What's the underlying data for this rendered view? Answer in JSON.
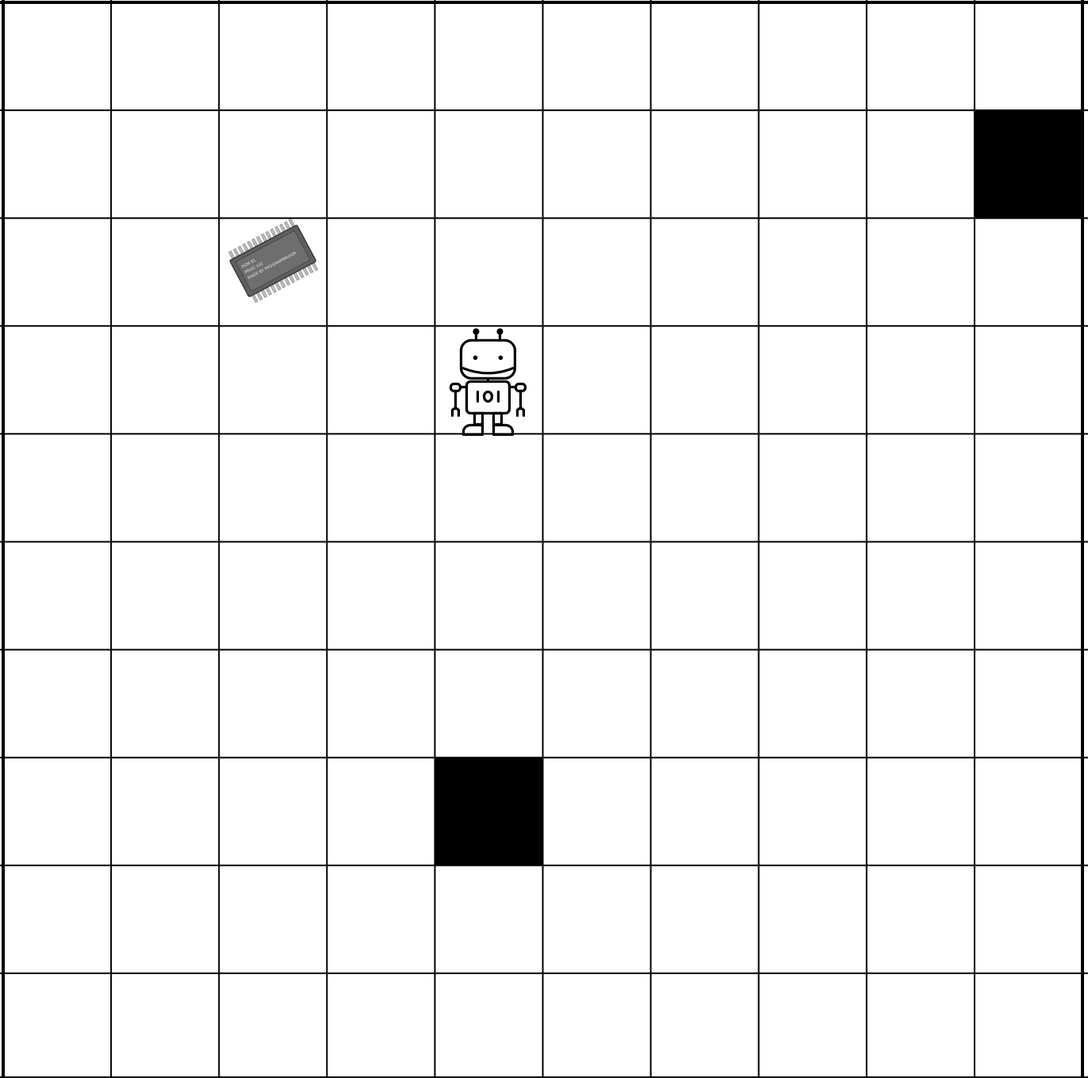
{
  "grid": {
    "rows": 10,
    "cols": 10
  },
  "colors": {
    "background": "#ffffff",
    "grid_line": "#000000",
    "wall": "#000000",
    "chip_body": "#5f5f5f",
    "chip_pins": "#bdbdbd"
  },
  "walls": [
    {
      "row": 1,
      "col": 9
    },
    {
      "row": 7,
      "col": 4
    }
  ],
  "robot": {
    "row": 3,
    "col": 4,
    "icon": "robot-icon"
  },
  "chip": {
    "row": 2,
    "col": 2,
    "icon": "microchip-icon",
    "label_lines": [
      "PGM 81",
      "PROG 102",
      "MADE BY PROGRAMMADOR"
    ]
  }
}
